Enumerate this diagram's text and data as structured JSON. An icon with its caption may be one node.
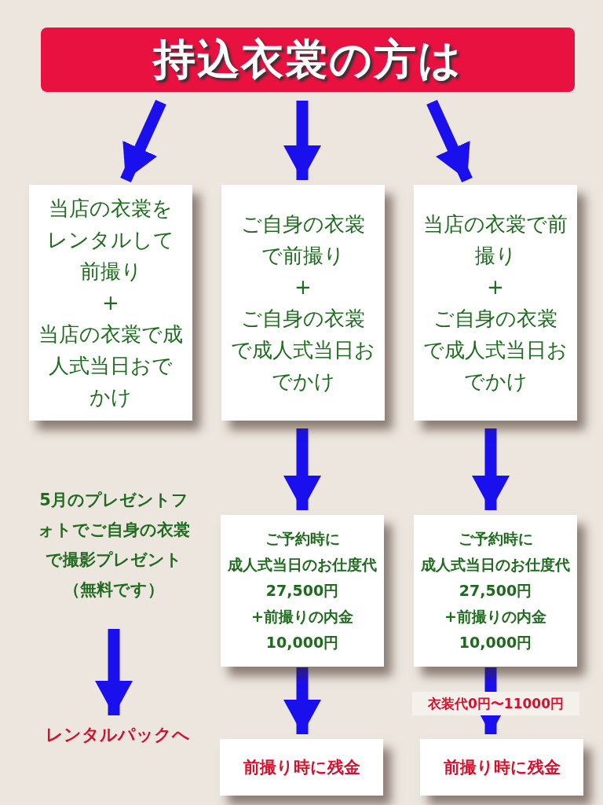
{
  "diagram": {
    "nodes": [
      {
        "text": [
          "持込衣裳の方は"
        ]
      },
      {
        "text": [
          "当店の衣裳をレンタルして前撮り",
          "+",
          "当店の衣裳で成人式当日おでかけ"
        ]
      },
      {
        "text": [
          "ご自身の衣裳で前撮り",
          "+",
          "ご自身の衣裳で成人式当日おでかけ"
        ]
      },
      {
        "text": [
          "当店の衣裳で前撮り",
          "+",
          "ご自身の衣裳で成人式当日おでかけ"
        ]
      },
      {
        "text": [
          "5月のプレゼントフォトでご自身の衣裳で撮影プレゼント（無料です）"
        ]
      },
      {
        "text": [
          "レンタルパックへ"
        ]
      },
      {
        "text": [
          "ご予約時に",
          "成人式当日のお仕度代",
          "27,500円",
          "+前撮りの内金",
          "10,000円"
        ]
      },
      {
        "text": [
          "ご予約時に",
          "成人式当日のお仕度代",
          "27,500円",
          "+前撮りの内金",
          "10,000円"
        ]
      },
      {
        "text": [
          "前撮り時に残金"
        ]
      },
      {
        "text": [
          "前撮り時に残金"
        ]
      }
    ],
    "edges": [
      {
        "from": 0,
        "to": 1,
        "arrow": "to"
      },
      {
        "from": 0,
        "to": 2,
        "arrow": "to"
      },
      {
        "from": 0,
        "to": 3,
        "arrow": "to"
      },
      {
        "from": 2,
        "to": 6,
        "arrow": "to"
      },
      {
        "from": 3,
        "to": 7,
        "arrow": "to"
      },
      {
        "from": 6,
        "to": 8,
        "arrow": "to"
      },
      {
        "from": 7,
        "to": 9,
        "arrow": "to",
        "label": "衣装代0円〜11000円"
      },
      {
        "from": 4,
        "to": 5,
        "arrow": "to"
      }
    ]
  }
}
